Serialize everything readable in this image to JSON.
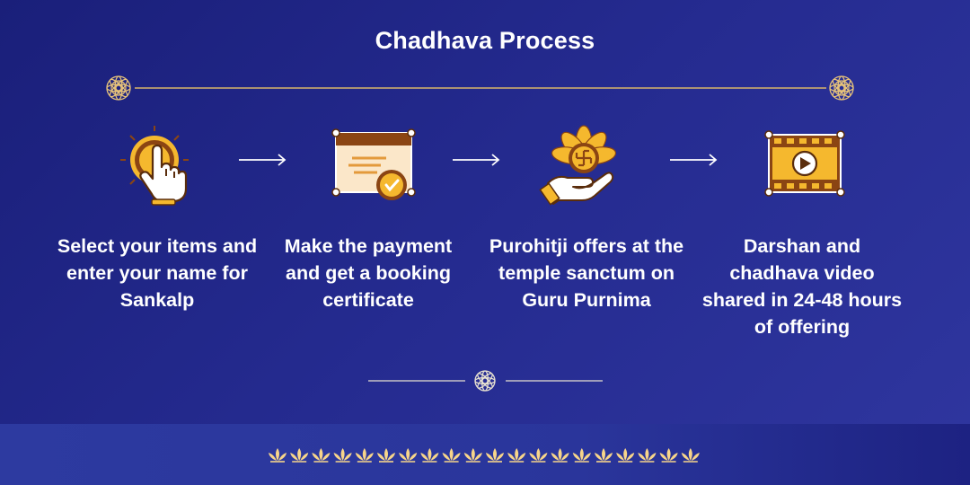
{
  "title": "Chadhava Process",
  "colors": {
    "background": "#1f2487",
    "accent_gold": "#f5b82e",
    "accent_brown": "#8b4513",
    "divider": "#d9b56a",
    "text": "#ffffff"
  },
  "steps": [
    {
      "icon": "hand-tap-icon",
      "text": "Select your items and enter your name for Sankalp"
    },
    {
      "icon": "booking-certificate-icon",
      "text": "Make the payment and get a booking certificate"
    },
    {
      "icon": "swastik-offering-icon",
      "text": "Purohitji offers at the temple sanctum on Guru Purnima"
    },
    {
      "icon": "video-film-icon",
      "text": "Darshan and chadhava video shared in 24-48 hours of offering"
    }
  ]
}
